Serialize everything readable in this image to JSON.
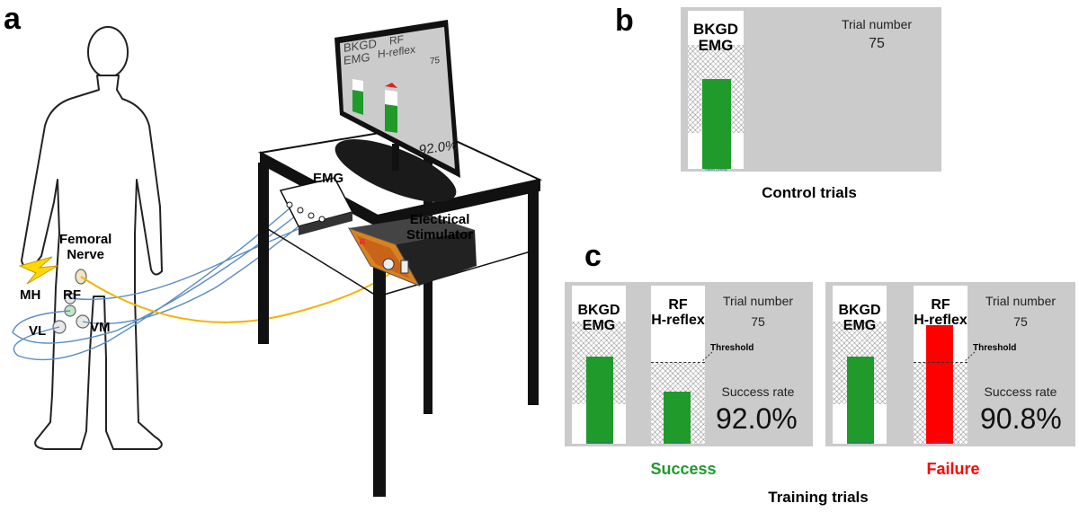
{
  "panels": {
    "a": "a",
    "b": "b",
    "c": "c"
  },
  "setup": {
    "femoral_nerve": "Femoral\nNerve",
    "mh": "MH",
    "rf": "RF",
    "vl": "VL",
    "vm": "VM",
    "emg": "EMG",
    "stimulator": "Electrical\nStimulator",
    "monitor": {
      "bkgd_label": "BKGD\nEMG",
      "rf_label": "RF\nH-reflex",
      "trial_value": "75",
      "success_value": "92.0%"
    }
  },
  "control": {
    "bkgd_label": "BKGD\nEMG",
    "trial_label": "Trial number",
    "trial_value": "75",
    "caption": "Control trials",
    "bkgd_level": 0.57
  },
  "training": {
    "caption": "Training trials",
    "success": {
      "bkgd_label": "BKGD\nEMG",
      "rf_label": "RF\nH-reflex",
      "threshold_label": "Threshold",
      "trial_label": "Trial number",
      "trial_value": "75",
      "rate_label": "Success rate",
      "rate_value": "92.0%",
      "caption": "Success",
      "bkgd_level": 0.55,
      "rf_level": 0.33
    },
    "failure": {
      "bkgd_label": "BKGD\nEMG",
      "rf_label": "RF\nH-reflex",
      "threshold_label": "Threshold",
      "trial_label": "Trial number",
      "trial_value": "75",
      "rate_label": "Success rate",
      "rate_value": "90.8%",
      "caption": "Failure",
      "bkgd_level": 0.55,
      "rf_level": 0.75
    }
  },
  "colors": {
    "green": "#1f9a2b",
    "red": "#ff0000",
    "success_text": "#1f9a2b",
    "failure_text": "#ff0000",
    "screen_bg": "#cbcbcb",
    "cable_blue": "#5a8cc0",
    "cable_yellow": "#f0b400"
  }
}
